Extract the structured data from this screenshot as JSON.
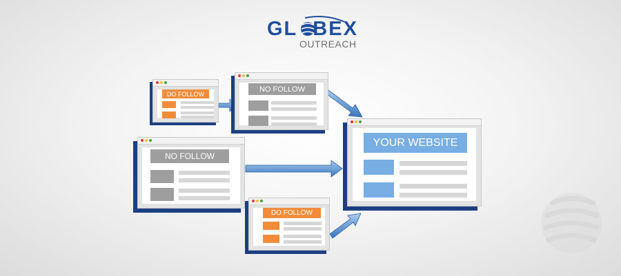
{
  "logo": {
    "brand": "GL◦BEX",
    "sub": "OUTREACH"
  },
  "labels": {
    "do_follow_top": "DO FOLLOW",
    "no_follow_top": "NO FOLLOW",
    "no_follow_mid": "NO FOLLOW",
    "do_follow_bottom": "DO FOLLOW",
    "your_website": "YOUR WEBSITE"
  },
  "icons": [
    "globe-icon",
    "arrow-right-icon"
  ],
  "colors": {
    "brand_blue": "#1f4e9c",
    "orange": "#f28c3a",
    "gray": "#9e9e9e",
    "light_blue": "#78aee3",
    "arrow_blue": "#4a86c8"
  }
}
